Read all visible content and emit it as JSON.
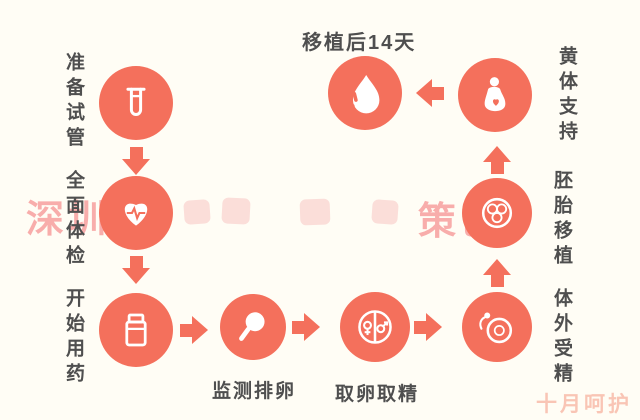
{
  "page": {
    "accent_color": "#f4705c",
    "background_color": "#fffdf5",
    "label_color": "#4f4f4f",
    "watermark_color": "#f69696",
    "brand_color": "#f49880"
  },
  "steps": [
    {
      "id": "prepare",
      "label": "准备试管",
      "icon": "test-tube-icon"
    },
    {
      "id": "checkup",
      "label": "全面体检",
      "icon": "heart-icon"
    },
    {
      "id": "medication",
      "label": "开始用药",
      "icon": "medicine-bottle-icon"
    },
    {
      "id": "monitor",
      "label": "监测排卵",
      "icon": "magnifier-icon"
    },
    {
      "id": "retrieval",
      "label": "取卵取精",
      "icon": "gender-symbols-icon"
    },
    {
      "id": "ivf",
      "label": "体外受精",
      "icon": "petri-dish-icon"
    },
    {
      "id": "transfer",
      "label": "胚胎移植",
      "icon": "embryo-icon"
    },
    {
      "id": "luteal",
      "label": "黄体支持",
      "icon": "pregnant-woman-icon"
    },
    {
      "id": "day14",
      "label": "移植后14天",
      "icon": "blood-drop-icon"
    }
  ],
  "watermark": {
    "left": "深圳",
    "right": "策已"
  },
  "brand": {
    "text": "十月呵护"
  }
}
